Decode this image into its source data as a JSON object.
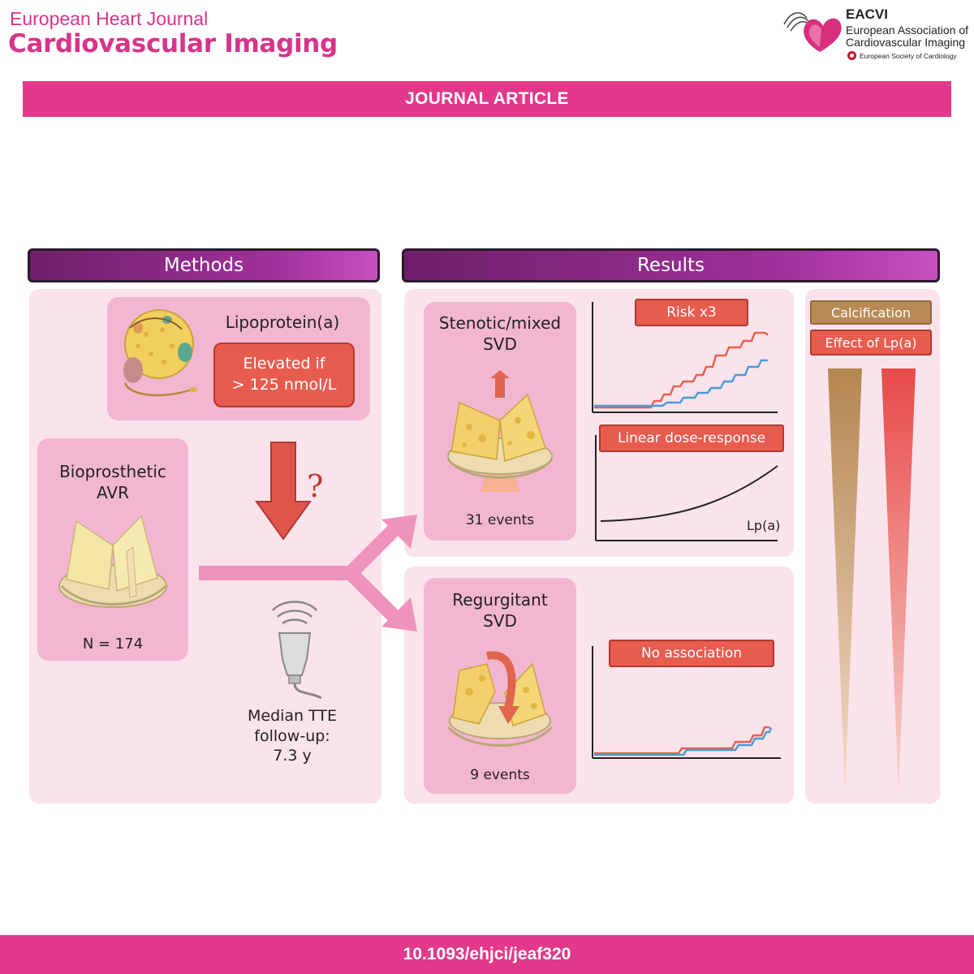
{
  "header": {
    "journal_small": "European Heart Journal",
    "journal_big": "Cardiovascular Imaging",
    "eacvi_title": "EACVI",
    "eacvi_line1": "European Association of",
    "eacvi_line2": "Cardiovascular Imaging",
    "esc": "European Society of Cardiology",
    "banner": "JOURNAL ARTICLE"
  },
  "methods": {
    "heading": "Methods",
    "lipoprotein_title": "Lipoprotein(a)",
    "elevated_line1": "Elevated if",
    "elevated_line2": "> 125 nmol/L",
    "question_mark": "?",
    "avr_line1": "Bioprosthetic",
    "avr_line2": "AVR",
    "n_label": "N = 174",
    "tte_line1": "Median TTE",
    "tte_line2": "follow-up:",
    "tte_line3": "7.3 y"
  },
  "results": {
    "heading": "Results",
    "stenotic_line1": "Stenotic/mixed",
    "stenotic_line2": "SVD",
    "stenotic_events": "31 events",
    "risk_label": "Risk x3",
    "dose_label": "Linear dose-response",
    "lpa_axis_label": "Lp(a)",
    "regurgitant_line1": "Regurgitant",
    "regurgitant_line2": "SVD",
    "regurgitant_events": "9 events",
    "no_assoc_label": "No association",
    "calcification_label": "Calcification",
    "effect_label": "Effect of Lp(a)"
  },
  "footer": {
    "doi": "10.1093/ehjci/jeaf320"
  },
  "colors": {
    "brand_pink": "#e2398a",
    "panel_pink": "#fbe3ec",
    "box_pink": "#f3b6d0",
    "label_red": "#e85c50",
    "curve_red": "#e8604f",
    "curve_blue": "#4a9bd6",
    "calcification_brown": "#b88a55"
  }
}
